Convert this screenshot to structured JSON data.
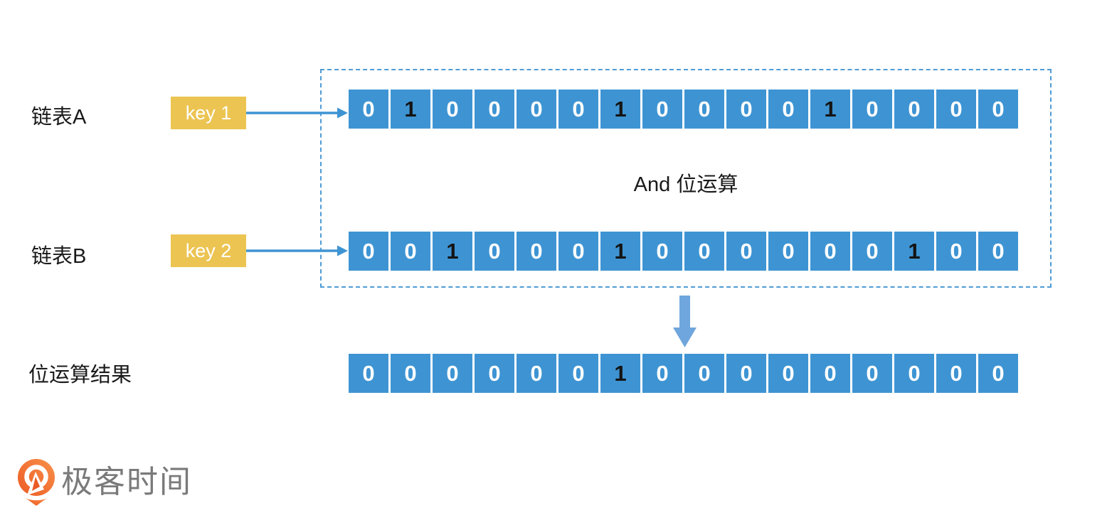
{
  "diagram": {
    "operation_label": "And 位运算",
    "rows": [
      {
        "label": "链表A",
        "key": "key 1",
        "bits": [
          0,
          1,
          0,
          0,
          0,
          0,
          1,
          0,
          0,
          0,
          0,
          1,
          0,
          0,
          0,
          0
        ]
      },
      {
        "label": "链表B",
        "key": "key 2",
        "bits": [
          0,
          0,
          1,
          0,
          0,
          0,
          1,
          0,
          0,
          0,
          0,
          0,
          0,
          1,
          0,
          0
        ]
      },
      {
        "label": "位运算结果",
        "bits": [
          0,
          0,
          0,
          0,
          0,
          0,
          1,
          0,
          0,
          0,
          0,
          0,
          0,
          0,
          0,
          0
        ]
      }
    ],
    "colors": {
      "cell_blue": "#3E94D3",
      "arrow_blue": "#3E94D3",
      "thick_arrow_blue": "#6FA6DD",
      "dashed_border_blue": "#4F9BD5",
      "key_yellow": "#ECC452",
      "one_digit": "#141414",
      "zero_digit": "#FFFFFF",
      "label_text": "#1A1A1A"
    }
  },
  "logo": {
    "text": "极客时间",
    "brand_orange": "#EC5B24",
    "text_gray": "#7A7A7A"
  }
}
